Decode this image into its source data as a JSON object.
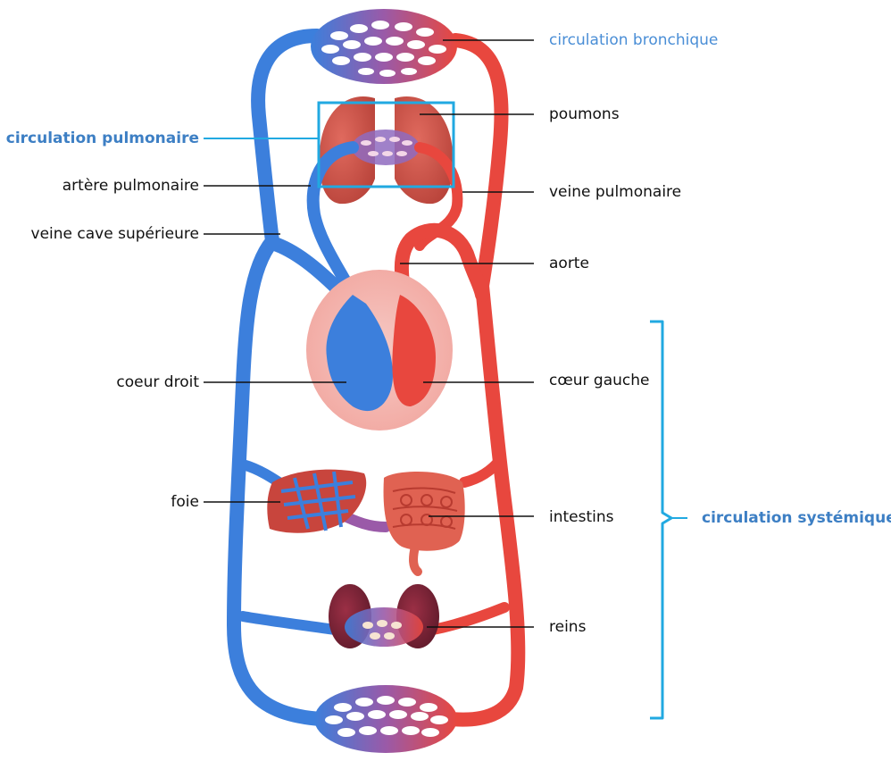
{
  "colors": {
    "venous_blue": "#3c7fdc",
    "venous_dark": "#2a5fb0",
    "arterial_red": "#e8473e",
    "arterial_dark": "#c0302a",
    "accent_cyan": "#21a9e1",
    "accent_text": "#3d7fc4"
  },
  "labels": {
    "circulation_bronchique": "circulation bronchique",
    "circulation_pulmonaire": "circulation pulmonaire",
    "artere_pulmonaire": "artère pulmonaire",
    "veine_cave_superieure": "veine cave supérieure",
    "poumons": "poumons",
    "veine_pulmonaire": "veine pulmonaire",
    "aorte": "aorte",
    "coeur_droit": "coeur droit",
    "coeur_gauche": "cœur gauche",
    "foie": "foie",
    "intestins": "intestins",
    "reins": "reins",
    "circulation_systemique": "circulation systémique"
  }
}
